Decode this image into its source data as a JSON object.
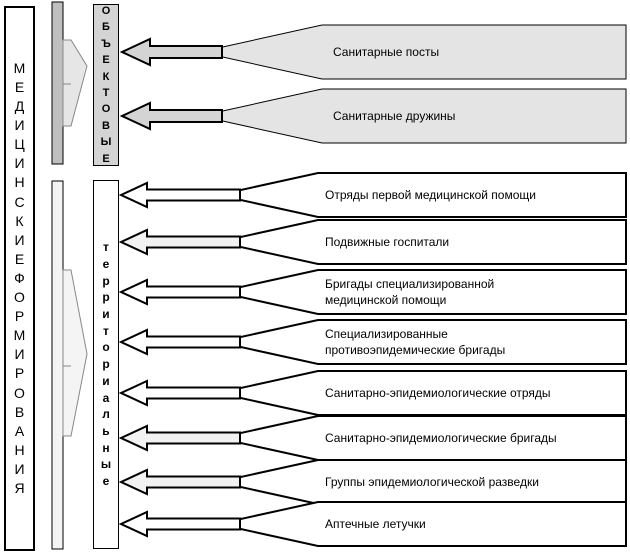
{
  "main_label": "МЕДИЦИНСКИЕ ФОРМИРОВАНИЯ",
  "object_label": "ОБЪЕКТОВЫЕ",
  "territorial_label": "территориальные",
  "object_items": [
    {
      "label": "Санитарные посты"
    },
    {
      "label": "Санитарные дружины"
    }
  ],
  "territorial_items": [
    {
      "label": "Отряды первой медицинской помощи"
    },
    {
      "label": "Подвижные госпитали"
    },
    {
      "label": "Бригады специализированной\nмедицинской помощи"
    },
    {
      "label": "Специализированные\nпротивоэпидемические бригады"
    },
    {
      "label": "Санитарно-эпидемиологические отряды"
    },
    {
      "label": "Санитарно-эпидемиологические бригады"
    },
    {
      "label": "Группы эпидемиологической разведки"
    },
    {
      "label": "Аптечные летучки"
    }
  ],
  "colors": {
    "object_fill": "#d4d4d4",
    "territorial_fill": "#ffffff",
    "light_arrow": "#f2f2f2",
    "outline": "#000000"
  }
}
